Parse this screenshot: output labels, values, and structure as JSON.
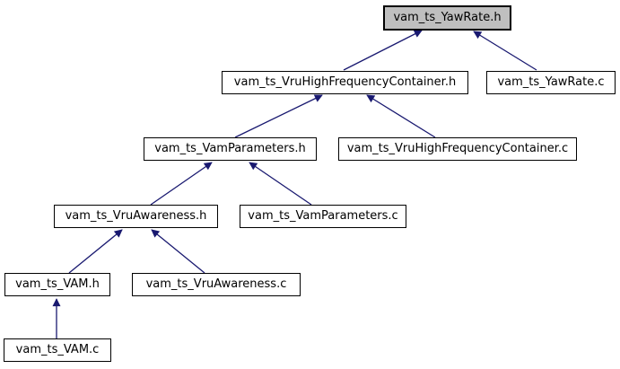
{
  "diagram": {
    "title": "vam_ts_YawRate.h include dependency graph",
    "type": "doxygen-include-dependency-graph",
    "colors": {
      "edge": "#191970",
      "root_node_fill": "#bfbfbf",
      "node_fill": "#ffffff",
      "node_border": "#000000",
      "background": "#ffffff"
    },
    "nodes": [
      {
        "label": "vam_ts_YawRate.h",
        "highlighted": true
      },
      {
        "label": "vam_ts_VruHighFrequencyContainer.h",
        "highlighted": false
      },
      {
        "label": "vam_ts_YawRate.c",
        "highlighted": false
      },
      {
        "label": "vam_ts_VamParameters.h",
        "highlighted": false
      },
      {
        "label": "vam_ts_VruHighFrequencyContainer.c",
        "highlighted": false
      },
      {
        "label": "vam_ts_VruAwareness.h",
        "highlighted": false
      },
      {
        "label": "vam_ts_VamParameters.c",
        "highlighted": false
      },
      {
        "label": "vam_ts_VAM.h",
        "highlighted": false
      },
      {
        "label": "vam_ts_VruAwareness.c",
        "highlighted": false
      },
      {
        "label": "vam_ts_VAM.c",
        "highlighted": false
      }
    ],
    "edges": [
      {
        "from": "vam_ts_VruHighFrequencyContainer.h",
        "to": "vam_ts_YawRate.h"
      },
      {
        "from": "vam_ts_YawRate.c",
        "to": "vam_ts_YawRate.h"
      },
      {
        "from": "vam_ts_VamParameters.h",
        "to": "vam_ts_VruHighFrequencyContainer.h"
      },
      {
        "from": "vam_ts_VruHighFrequencyContainer.c",
        "to": "vam_ts_VruHighFrequencyContainer.h"
      },
      {
        "from": "vam_ts_VruAwareness.h",
        "to": "vam_ts_VamParameters.h"
      },
      {
        "from": "vam_ts_VamParameters.c",
        "to": "vam_ts_VamParameters.h"
      },
      {
        "from": "vam_ts_VAM.h",
        "to": "vam_ts_VruAwareness.h"
      },
      {
        "from": "vam_ts_VruAwareness.c",
        "to": "vam_ts_VruAwareness.h"
      },
      {
        "from": "vam_ts_VAM.c",
        "to": "vam_ts_VAM.h"
      }
    ]
  }
}
